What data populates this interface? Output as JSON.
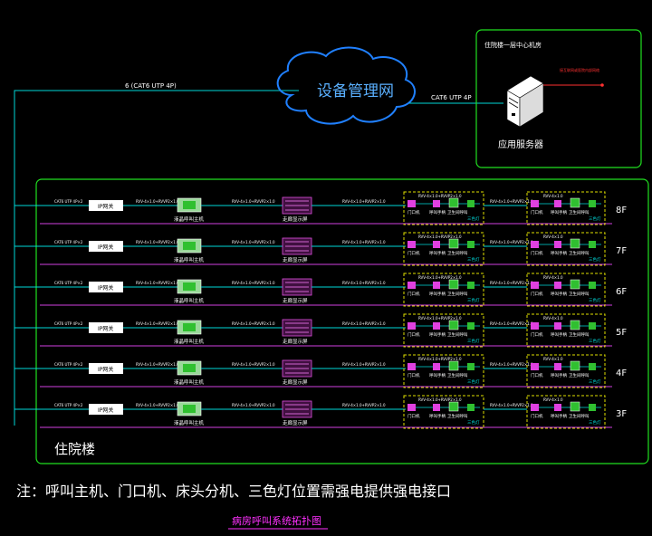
{
  "network": {
    "cloud_label": "设备管理网",
    "link_left": "6 (CAT6 UTP 4P)",
    "link_right": "CAT6 UTP 4P"
  },
  "server_room": {
    "title": "住院楼一层中心机房",
    "server_label": "应用服务器",
    "note_line1": "接互联网或医院内部网络",
    "note_line2": "",
    "annotation": "—"
  },
  "building": {
    "label": "住院楼"
  },
  "floors": [
    {
      "label": "8F"
    },
    {
      "label": "7F"
    },
    {
      "label": "6F"
    },
    {
      "label": "5F"
    },
    {
      "label": "4F"
    },
    {
      "label": "3F"
    }
  ],
  "row_labels": {
    "cable_a": "CAT6 UTP 4P×2",
    "ip_gateway": "IP网关",
    "cable_b": "RVV-4×1.0+RVVP2×1.0",
    "host": "液晶呼叫主机",
    "cable_c": "RVV-4×1.0+RVVP2×1.0",
    "display": "走廊显示屏",
    "cable_d": "RVV-4×1.0+RVVP2×1.0",
    "ward_a_head": "RVV-4×1.0+RVVP2×1.0",
    "ward_a_sub1": "门口机",
    "ward_a_sub2": "呼叫手柄",
    "ward_a_sub3": "卫生间呼叫",
    "ward_a_tag": "三色灯",
    "ward_b_head": "RVV-4×1.0",
    "ward_b_cable": "RVV-4×1.0+RVVP2×1.0"
  },
  "footer": {
    "note": "注：呼叫主机、门口机、床头分机、三色灯位置需强电提供强电接口",
    "caption": "病房呼叫系统拓扑图"
  },
  "colors": {
    "line_cyan": "#00d8d8",
    "bus_magenta": "#d040e0",
    "frame_green": "#20e020",
    "ward_yellow": "#e0e000",
    "text_white": "#ffffff",
    "cloud": "#0080ff",
    "caption_magenta": "#ff30ff",
    "note_red": "#ff3030"
  }
}
